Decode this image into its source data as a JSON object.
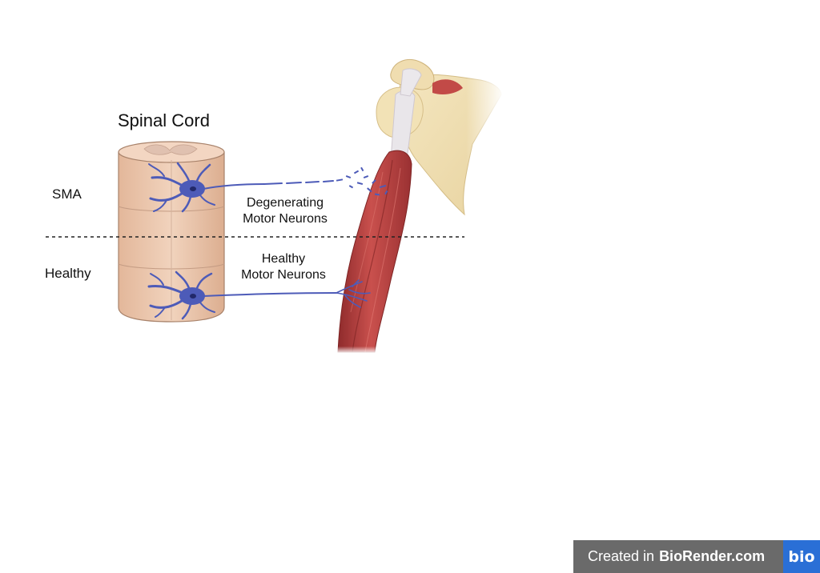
{
  "figure": {
    "title": "Spinal Cord",
    "rows": {
      "top": "SMA",
      "bottom": "Healthy"
    },
    "captions": {
      "degenerating": [
        "Degenerating",
        "Motor Neurons"
      ],
      "healthy": [
        "Healthy",
        "Motor Neurons"
      ]
    }
  },
  "badge": {
    "prefix": "Created in",
    "brand": "BioRender.com",
    "logo": "bio"
  },
  "colors": {
    "cord": "#eccbb0",
    "cord_edge": "#a8826a",
    "neuron": "#4d5bb8",
    "bone": "#f1e2b8",
    "muscle": "#b8423f",
    "badge_bg": "#6a6a6a",
    "badge_logo": "#2a6fd6"
  }
}
